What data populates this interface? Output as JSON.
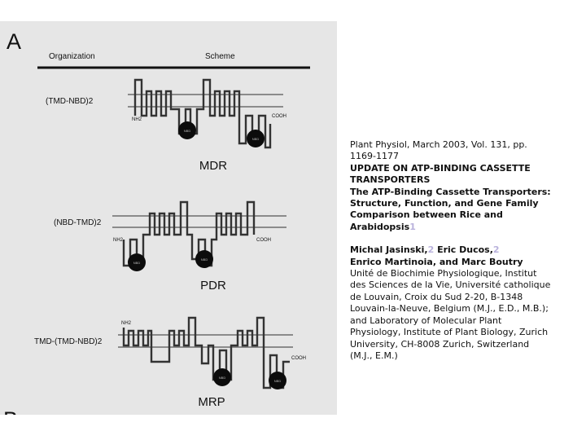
{
  "figure": {
    "panel_label": "A",
    "panel_label_next": "B",
    "header": {
      "organization": "Organization",
      "scheme": "Scheme"
    },
    "rows": [
      {
        "organization": "(TMD-NBD)2",
        "name": "MDR",
        "nterm": "NH2",
        "cterm": "COOH",
        "nbd": [
          "NBD",
          "NBD"
        ]
      },
      {
        "organization": "(NBD-TMD)2",
        "name": "PDR",
        "nterm": "NH2",
        "cterm": "COOH",
        "nbd": [
          "NBD",
          "NBD"
        ]
      },
      {
        "organization": "TMD-(TMD-NBD)2",
        "name": "MRP",
        "nterm": "NH2",
        "cterm": "COOH",
        "nbd": [
          "NBD",
          "NBD"
        ]
      }
    ]
  },
  "caption": {
    "citation": "Plant Physiol, March 2003, Vol. 131, pp. 1169-1177",
    "section": "UPDATE ON ATP-BINDING CASSETTE TRANSPORTERS",
    "title": "The ATP-Binding Cassette Transporters: Structure, Function, and Gene Family Comparison between Rice and Arabidopsis",
    "title_sup": "1",
    "author1": "Michal Jasinski,",
    "author1_sup": "2",
    "author2": " Eric Ducos,",
    "author2_sup": "2",
    "authors_rest": "Enrico Martinoia, and Marc Boutry",
    "affiliation": "Unité de Biochimie Physiologique, Institut des Sciences de la Vie, Université catholique de Louvain, Croix du Sud 2-20, B-1348 Louvain-la-Neuve, Belgium (M.J., E.D., M.B.); and Laboratory of Molecular Plant Physiology, Institute of Plant Biology, Zurich University, CH-8008 Zurich, Switzerland (M.J., E.M.)"
  },
  "colors": {
    "figure_bg": "#e6e6e6",
    "ink": "#111111",
    "membrane": "#555555",
    "superscript": "#b9b2dc"
  }
}
